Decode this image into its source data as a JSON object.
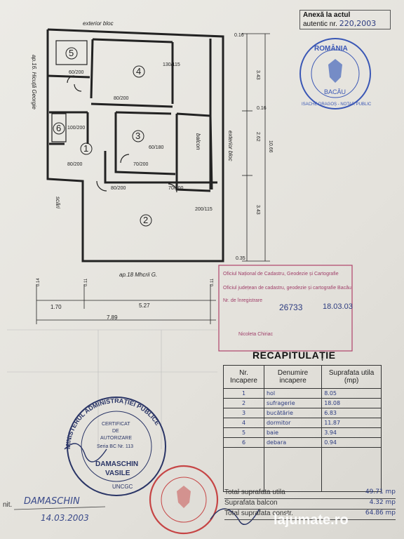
{
  "header": {
    "anexa_label": "Anexă la actul",
    "autentic_label": "autentic nr.",
    "autentic_number": "220,2003"
  },
  "plan": {
    "top_wall": "exterior bloc",
    "left_wall": "ap.16. Hicuță Georgie",
    "right_wall": "exterior bloc",
    "bottom_wall": "ap.18 Mhcrii G.",
    "stairs": "scări",
    "balcony": "balcon",
    "rooms": [
      "1",
      "2",
      "3",
      "4",
      "5",
      "6"
    ],
    "door_labels": [
      "60/200",
      "80/200",
      "100/200",
      "80/200",
      "60/180",
      "70/200",
      "80/200",
      "70/200"
    ],
    "window_labels": [
      "130/115",
      "200/115"
    ],
    "dims_right": [
      "0.16",
      "3.43",
      "2.62",
      "3.43",
      "10.66",
      "0.35",
      "0.16"
    ],
    "dims_bottom": [
      "1.70",
      "5.27",
      "7.89",
      "0.14",
      "0.11",
      "0.11"
    ]
  },
  "ocpi_stamp": {
    "line1": "Oficiul Național de Cadastru, Geodezie și Cartografie",
    "line2": "Oficiul județean de cadastru, geodezie și cartografie Bacău",
    "reg_label": "Nr. de înregistrare",
    "reg_number": "26733",
    "reg_date": "18.03.03",
    "name": "Nicoleta Chiriac"
  },
  "recapitulatie": {
    "title": "RECAPITULAȚIE",
    "headers": [
      "Nr. Incapere",
      "Denumire incapere",
      "Suprafata utila (mp)"
    ],
    "rows": [
      {
        "nr": "1",
        "name": "hol",
        "area": "8.05"
      },
      {
        "nr": "2",
        "name": "sufragerie",
        "area": "18.08"
      },
      {
        "nr": "3",
        "name": "bucătărie",
        "area": "6.83"
      },
      {
        "nr": "4",
        "name": "dormitor",
        "area": "11.87"
      },
      {
        "nr": "5",
        "name": "baie",
        "area": "3.94"
      },
      {
        "nr": "6",
        "name": "debara",
        "area": "0.94"
      }
    ],
    "totals": [
      {
        "label": "Total suprafata utila",
        "value": "49.71 mp"
      },
      {
        "label": "Suprafata balcon",
        "value": "4.32 mp"
      },
      {
        "label": "Total suprafata constr.",
        "value": "64.86 mp"
      }
    ]
  },
  "notary_stamp": {
    "top": "ROMÂNIA",
    "city": "BACĂU",
    "bottom": "ISACHE DRAGOȘ - NOTAR PUBLIC"
  },
  "auth_stamp": {
    "ring": "MINISTERUL ADMINISTRAȚIEI PUBLICE",
    "l1": "CERTIFICAT",
    "l2": "DE",
    "l3": "AUTORIZARE",
    "l4": "Seria BC Nr. 113",
    "name1": "DAMASCHIN",
    "name2": "VASILE",
    "bottom": "UNCGC"
  },
  "signature": {
    "prefix": "nit.",
    "name": "DAMASCHIN",
    "date": "14.03.2003"
  },
  "watermark": "lajumate.ro"
}
